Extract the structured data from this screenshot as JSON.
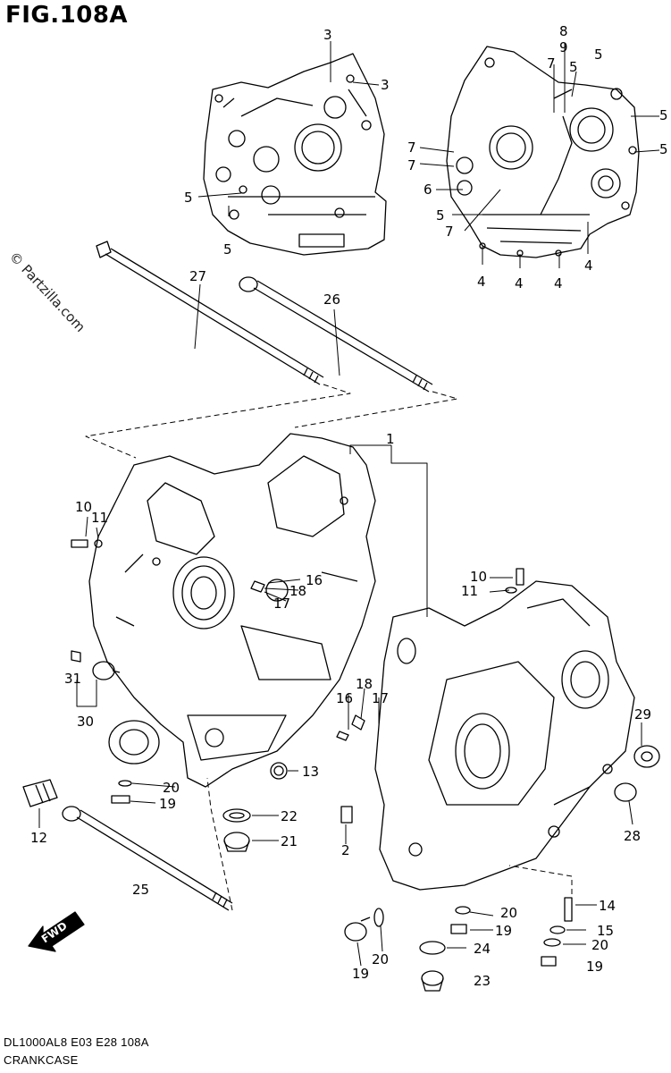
{
  "figure": {
    "title": "FIG.108A",
    "watermark": "© Partzilla.com",
    "footer_code": "DL1000AL8  E03  E28  108A",
    "footer_name": "CRANKCASE",
    "fwd_label": "FWD"
  },
  "callouts": [
    {
      "id": "c3a",
      "text": "3"
    },
    {
      "id": "c3b",
      "text": "3"
    },
    {
      "id": "c5a",
      "text": "5"
    },
    {
      "id": "c5b",
      "text": "5"
    },
    {
      "id": "c8",
      "text": "8"
    },
    {
      "id": "c9",
      "text": "9"
    },
    {
      "id": "c7a",
      "text": "7"
    },
    {
      "id": "c5c",
      "text": "5"
    },
    {
      "id": "c5d",
      "text": "5"
    },
    {
      "id": "c5e",
      "text": "5"
    },
    {
      "id": "c5f",
      "text": "5"
    },
    {
      "id": "c7b",
      "text": "7"
    },
    {
      "id": "c7c",
      "text": "7"
    },
    {
      "id": "c6",
      "text": "6"
    },
    {
      "id": "c5g",
      "text": "5"
    },
    {
      "id": "c7d",
      "text": "7"
    },
    {
      "id": "c4a",
      "text": "4"
    },
    {
      "id": "c4b",
      "text": "4"
    },
    {
      "id": "c4c",
      "text": "4"
    },
    {
      "id": "c4d",
      "text": "4"
    },
    {
      "id": "c27",
      "text": "27"
    },
    {
      "id": "c26",
      "text": "26"
    },
    {
      "id": "c1",
      "text": "1"
    },
    {
      "id": "c10a",
      "text": "10"
    },
    {
      "id": "c11a",
      "text": "11"
    },
    {
      "id": "c10b",
      "text": "10"
    },
    {
      "id": "c11b",
      "text": "11"
    },
    {
      "id": "c16a",
      "text": "16"
    },
    {
      "id": "c18a",
      "text": "18"
    },
    {
      "id": "c17a",
      "text": "17"
    },
    {
      "id": "c31",
      "text": "31"
    },
    {
      "id": "c30",
      "text": "30"
    },
    {
      "id": "c18b",
      "text": "18"
    },
    {
      "id": "c16b",
      "text": "16"
    },
    {
      "id": "c17b",
      "text": "17"
    },
    {
      "id": "c29",
      "text": "29"
    },
    {
      "id": "c13",
      "text": "13"
    },
    {
      "id": "c20a",
      "text": "20"
    },
    {
      "id": "c19a",
      "text": "19"
    },
    {
      "id": "c12",
      "text": "12"
    },
    {
      "id": "c22",
      "text": "22"
    },
    {
      "id": "c21",
      "text": "21"
    },
    {
      "id": "c2",
      "text": "2"
    },
    {
      "id": "c28",
      "text": "28"
    },
    {
      "id": "c25",
      "text": "25"
    },
    {
      "id": "c14",
      "text": "14"
    },
    {
      "id": "c20b",
      "text": "20"
    },
    {
      "id": "c19b",
      "text": "19"
    },
    {
      "id": "c15",
      "text": "15"
    },
    {
      "id": "c24",
      "text": "24"
    },
    {
      "id": "c20c",
      "text": "20"
    },
    {
      "id": "c20d",
      "text": "20"
    },
    {
      "id": "c19c",
      "text": "19"
    },
    {
      "id": "c19d",
      "text": "19"
    },
    {
      "id": "c23",
      "text": "23"
    }
  ]
}
